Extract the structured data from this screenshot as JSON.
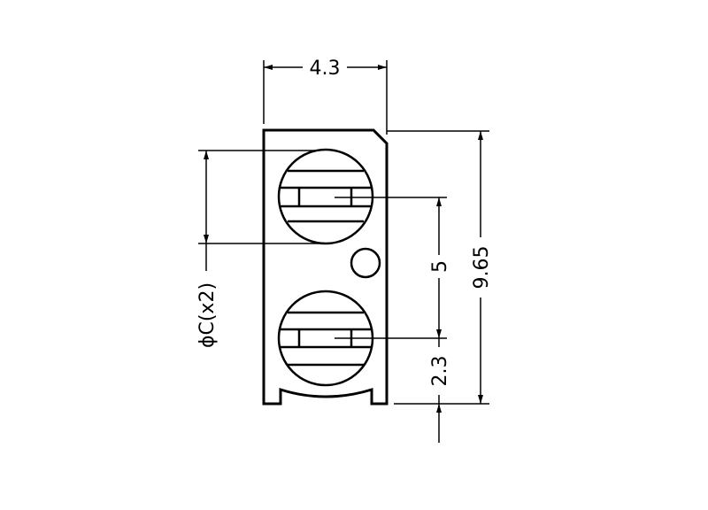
{
  "drawing": {
    "dimensions": {
      "width": "4.3",
      "height": "9.65",
      "pitch": "5",
      "offset": "2.3",
      "diameter": "ϕC(x2)"
    },
    "colors": {
      "line": "#000000",
      "background": "#ffffff"
    }
  }
}
